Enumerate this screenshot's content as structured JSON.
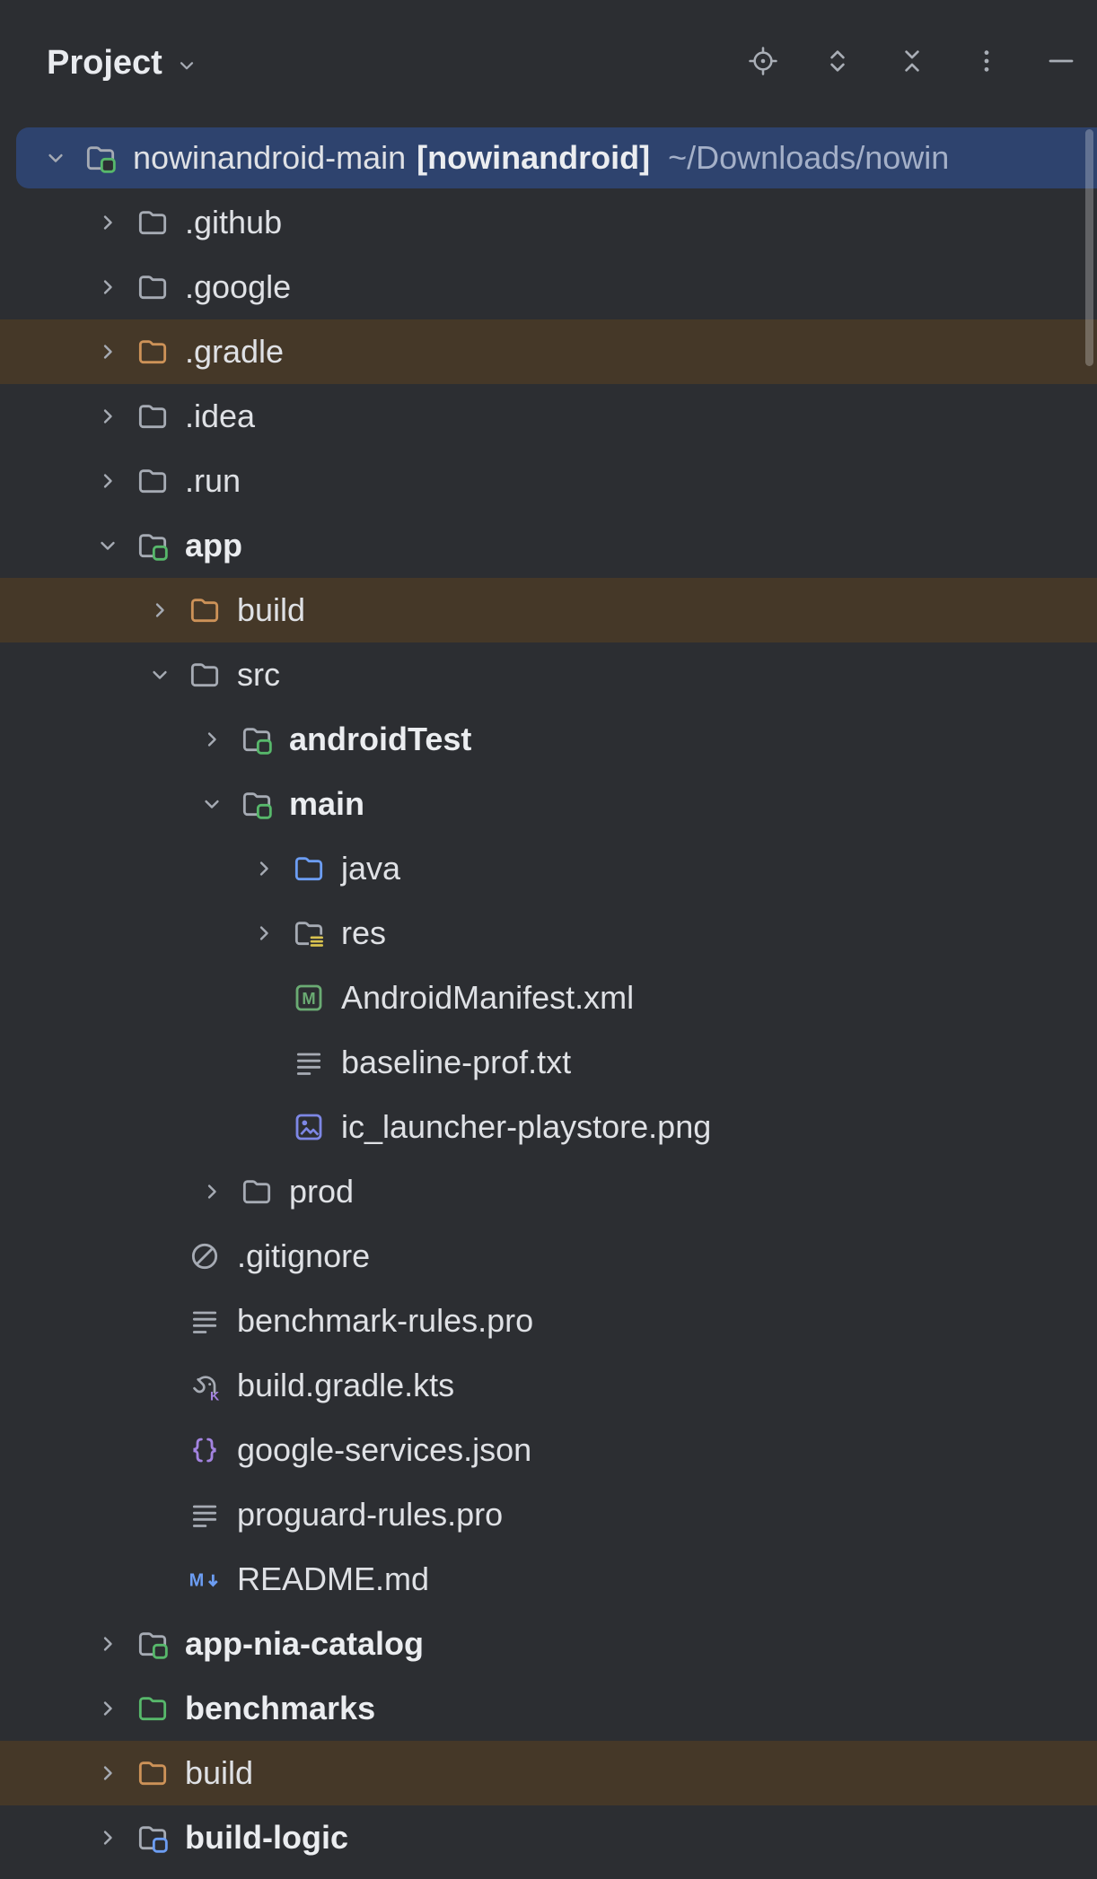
{
  "header": {
    "title": "Project",
    "toolbar_icons": [
      {
        "name": "select-opened-file"
      },
      {
        "name": "expand-all"
      },
      {
        "name": "collapse-all"
      },
      {
        "name": "more-options"
      },
      {
        "name": "hide-tool-window"
      }
    ]
  },
  "tree": {
    "items": [
      {
        "label": "nowinandroid-main",
        "label_bold": "[nowinandroid]",
        "path": "~/Downloads/nowin",
        "icon": "folder-module-green",
        "chevron": "down",
        "level": 0,
        "row": "selected"
      },
      {
        "label": ".github",
        "icon": "folder",
        "chevron": "right",
        "level": 1
      },
      {
        "label": ".google",
        "icon": "folder",
        "chevron": "right",
        "level": 1
      },
      {
        "label": ".gradle",
        "icon": "folder-excluded",
        "chevron": "right",
        "level": 1,
        "row": "highlight"
      },
      {
        "label": ".idea",
        "icon": "folder",
        "chevron": "right",
        "level": 1
      },
      {
        "label": ".run",
        "icon": "folder",
        "chevron": "right",
        "level": 1
      },
      {
        "label": "app",
        "icon": "folder-module-green",
        "chevron": "down",
        "level": 1,
        "bold": true
      },
      {
        "label": "build",
        "icon": "folder-excluded",
        "chevron": "right",
        "level": 2,
        "row": "highlight"
      },
      {
        "label": "src",
        "icon": "folder",
        "chevron": "down",
        "level": 2
      },
      {
        "label": "androidTest",
        "icon": "folder-module-green",
        "chevron": "right",
        "level": 3,
        "bold": true
      },
      {
        "label": "main",
        "icon": "folder-module-green",
        "chevron": "down",
        "level": 3,
        "bold": true
      },
      {
        "label": "java",
        "icon": "folder-sources",
        "chevron": "right",
        "level": 4
      },
      {
        "label": "res",
        "icon": "folder-resources",
        "chevron": "right",
        "level": 4
      },
      {
        "label": "AndroidManifest.xml",
        "icon": "android-manifest",
        "chevron": "none",
        "level": 4
      },
      {
        "label": "baseline-prof.txt",
        "icon": "text-file",
        "chevron": "none",
        "level": 4
      },
      {
        "label": "ic_launcher-playstore.png",
        "icon": "image-file",
        "chevron": "none",
        "level": 4
      },
      {
        "label": "prod",
        "icon": "folder",
        "chevron": "right",
        "level": 3
      },
      {
        "label": ".gitignore",
        "icon": "ignored-file",
        "chevron": "none",
        "level": 2
      },
      {
        "label": "benchmark-rules.pro",
        "icon": "text-file",
        "chevron": "none",
        "level": 2
      },
      {
        "label": "build.gradle.kts",
        "icon": "gradle-kts",
        "chevron": "none",
        "level": 2
      },
      {
        "label": "google-services.json",
        "icon": "json-file",
        "chevron": "none",
        "level": 2
      },
      {
        "label": "proguard-rules.pro",
        "icon": "text-file",
        "chevron": "none",
        "level": 2
      },
      {
        "label": "README.md",
        "icon": "markdown-file",
        "chevron": "none",
        "level": 2
      },
      {
        "label": "app-nia-catalog",
        "icon": "folder-module-green",
        "chevron": "right",
        "level": 1,
        "bold": true
      },
      {
        "label": "benchmarks",
        "icon": "folder-green",
        "chevron": "right",
        "level": 1,
        "bold": true
      },
      {
        "label": "build",
        "icon": "folder-excluded",
        "chevron": "right",
        "level": 1,
        "row": "highlight"
      },
      {
        "label": "build-logic",
        "icon": "folder-module-blue",
        "chevron": "right",
        "level": 1,
        "bold": true
      }
    ]
  },
  "colors": {
    "background": "#2C2E32",
    "selection_row": "#2E436E",
    "highlight_row": "#453828",
    "text": "#DFE1E5",
    "text_bold": "#EBEDF0",
    "path_text": "#A4B0C8",
    "icon_gray": "#A6ABB4",
    "badge_green": "#57B86B",
    "folder_blue": "#6C9DF3",
    "folder_excluded_orange": "#CD9258",
    "resource_yellow": "#D9C34F",
    "manifest_green": "#6AAB73",
    "purple": "#A383E0",
    "image_violet": "#7D87E5"
  }
}
